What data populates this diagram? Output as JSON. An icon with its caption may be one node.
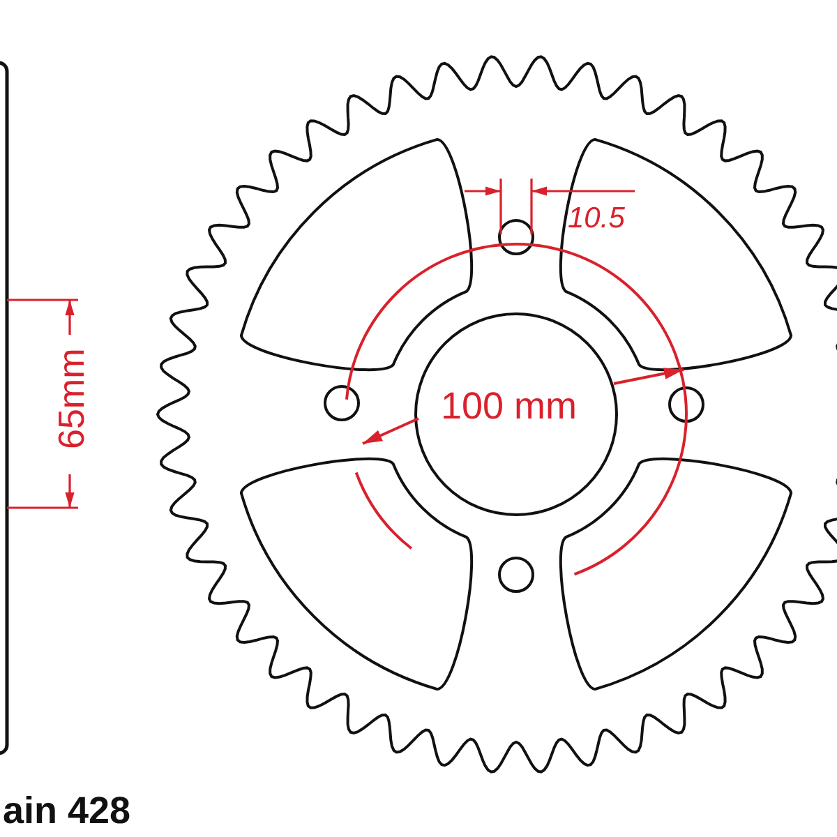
{
  "diagram": {
    "labels": [
      "10.5",
      "65mm",
      "100 mm",
      "ain 428"
    ]
  }
}
